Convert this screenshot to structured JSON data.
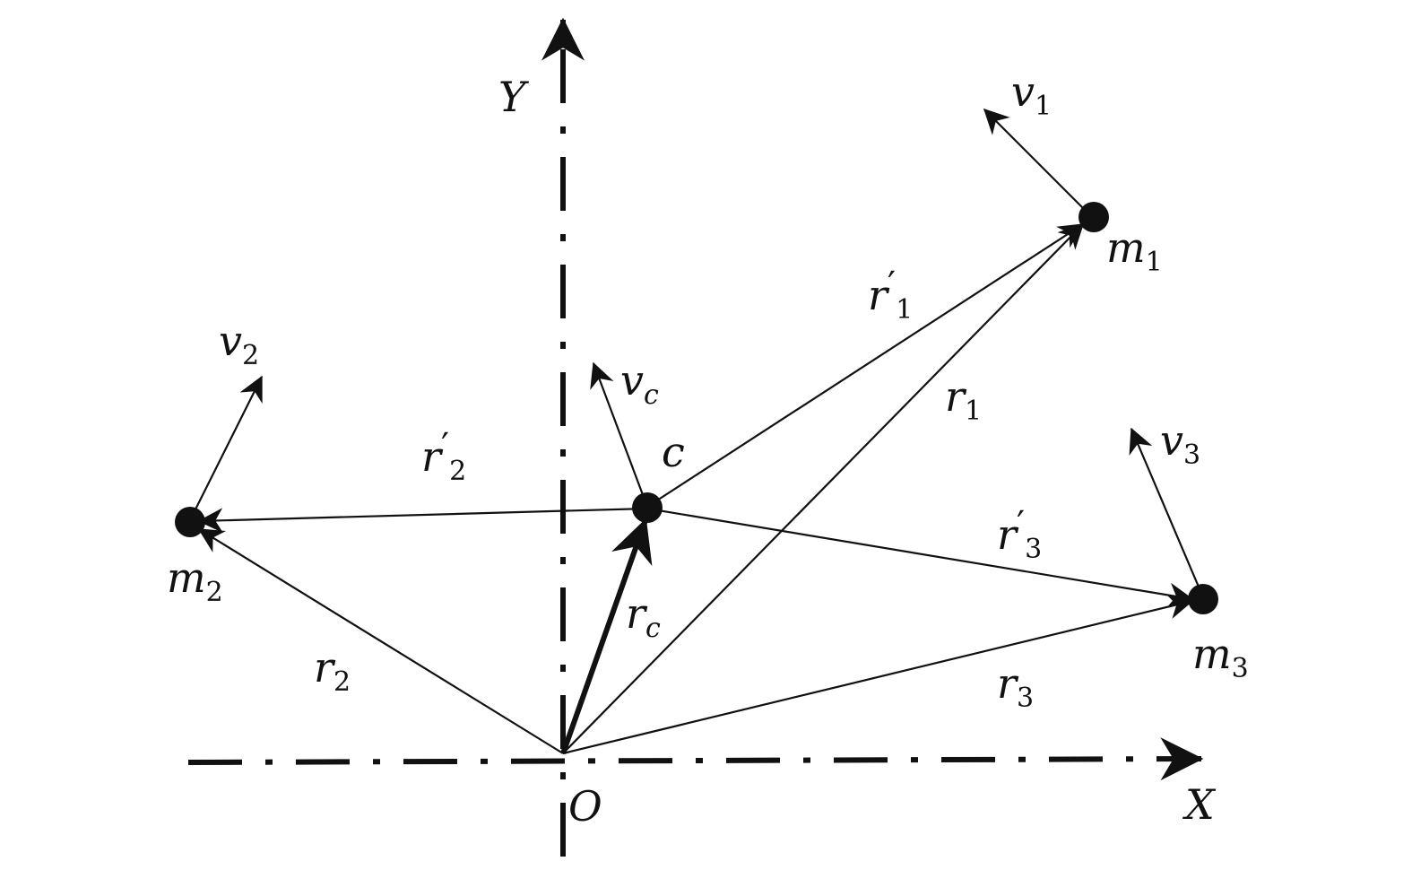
{
  "axes": {
    "x": {
      "letter": "X"
    },
    "y": {
      "letter": "Y"
    },
    "origin": {
      "letter": "O"
    }
  },
  "center": {
    "letter": "c"
  },
  "masses": [
    {
      "letter": "m",
      "sub": "1"
    },
    {
      "letter": "m",
      "sub": "2"
    },
    {
      "letter": "m",
      "sub": "3"
    }
  ],
  "velocities": [
    {
      "letter": "v",
      "sub": "1"
    },
    {
      "letter": "v",
      "sub": "2"
    },
    {
      "letter": "v",
      "sub": "3"
    },
    {
      "letter": "v",
      "sub": "c"
    }
  ],
  "vectors": {
    "r1": {
      "letter": "r",
      "sub": "1"
    },
    "r2": {
      "letter": "r",
      "sub": "2"
    },
    "r3": {
      "letter": "r",
      "sub": "3"
    },
    "rc": {
      "letter": "r",
      "sub": "c"
    },
    "rp1": {
      "letter": "r",
      "prime": "′",
      "sub": "1"
    },
    "rp2": {
      "letter": "r",
      "prime": "′",
      "sub": "2"
    },
    "rp3": {
      "letter": "r",
      "prime": "′",
      "sub": "3"
    }
  }
}
